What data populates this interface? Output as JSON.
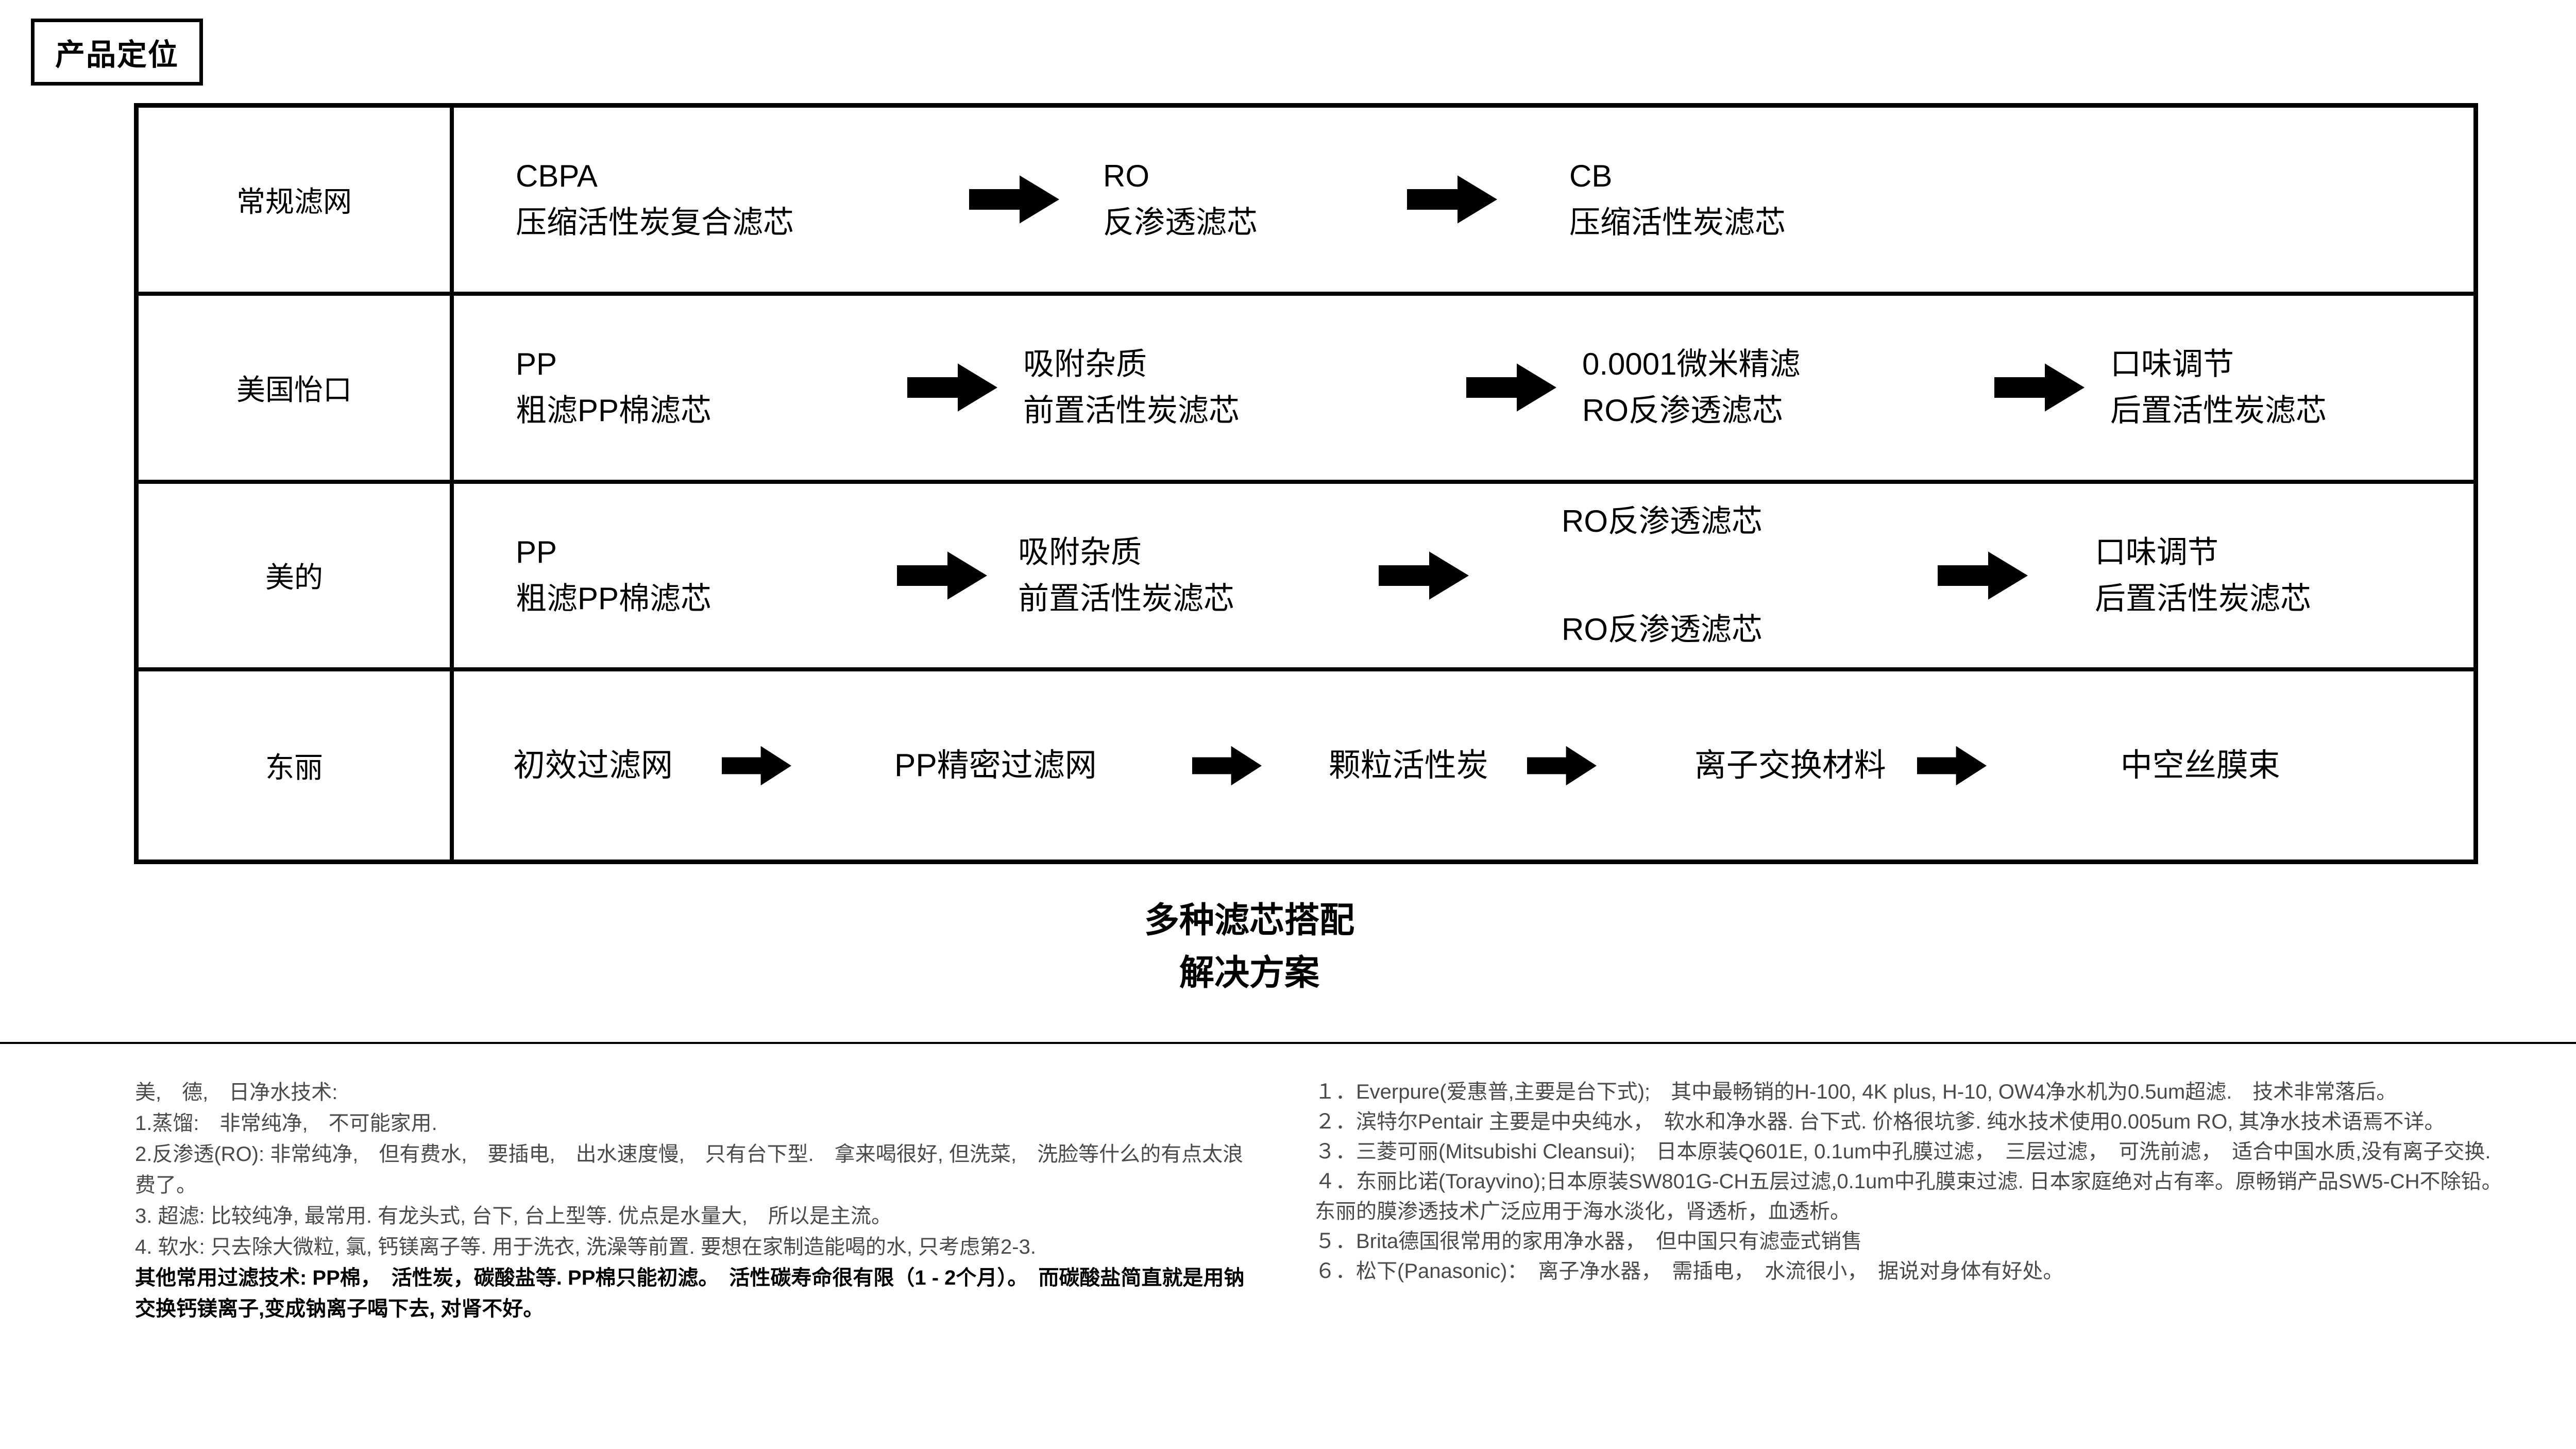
{
  "colors": {
    "background": "#ffffff",
    "border": "#000000",
    "text_primary": "#000000",
    "text_secondary": "#4a4a4a"
  },
  "icons": {
    "flow_arrow": "arrow-right-icon"
  },
  "header": {
    "title": "产品定位"
  },
  "table": {
    "rows": [
      {
        "brand": "常规滤网",
        "stages": [
          {
            "line1": "CBPA",
            "line2": "压缩活性炭复合滤芯"
          },
          {
            "line1": "RO",
            "line2": "反渗透滤芯"
          },
          {
            "line1": "CB",
            "line2": "压缩活性炭滤芯"
          }
        ]
      },
      {
        "brand": "美国怡口",
        "stages": [
          {
            "line1": "PP",
            "line2": "粗滤PP棉滤芯"
          },
          {
            "line1": "吸附杂质",
            "line2": "前置活性炭滤芯"
          },
          {
            "line1": "0.0001微米精滤",
            "line2": "RO反渗透滤芯"
          },
          {
            "line1": "口味调节",
            "line2": "后置活性炭滤芯"
          }
        ]
      },
      {
        "brand": "美的",
        "stages": [
          {
            "line1": "PP",
            "line2": "粗滤PP棉滤芯"
          },
          {
            "line1": "吸附杂质",
            "line2": "前置活性炭滤芯"
          },
          {
            "line1": "RO反渗透滤芯",
            "line2": "RO反渗透滤芯"
          },
          {
            "line1": "口味调节",
            "line2": "后置活性炭滤芯"
          }
        ]
      },
      {
        "brand": "东丽",
        "stages": [
          {
            "line1": "初效过滤网"
          },
          {
            "line1": "PP精密过滤网"
          },
          {
            "line1": "颗粒活性炭"
          },
          {
            "line1": "离子交换材料"
          },
          {
            "line1": "中空丝膜束"
          }
        ]
      }
    ]
  },
  "caption": {
    "line1": "多种滤芯搭配",
    "line2": "解决方案"
  },
  "notes_left": {
    "paragraphs": [
      "美,　德,　日净水技术:",
      "1.蒸馏:　非常纯净,　不可能家用.",
      "2.反渗透(RO): 非常纯净,　但有费水,　要插电,　出水速度慢,　只有台下型.　拿来喝很好, 但洗菜,　洗脸等什么的有点太浪费了。",
      "3. 超滤: 比较纯净, 最常用. 有龙头式, 台下, 台上型等. 优点是水量大,　所以是主流。",
      "4. 软水: 只去除大微粒, 氯, 钙镁离子等. 用于洗衣, 洗澡等前置. 要想在家制造能喝的水, 只考虑第2-3.",
      "其他常用过滤技术: PP棉，　活性炭，碳酸盐等. PP棉只能初滤。　活性碳寿命很有限（1 - 2个月）。　而碳酸盐简直就是用钠交换钙镁离子,变成钠离子喝下去, 对肾不好。"
    ]
  },
  "notes_right": {
    "items": [
      "１．Everpure(爱惠普,主要是台下式);　其中最畅销的H-100, 4K plus, H-10, OW4净水机为0.5um超滤.　技术非常落后。",
      "２．滨特尔Pentair 主要是中央纯水，　软水和净水器. 台下式. 价格很坑爹. 纯水技术使用0.005um RO, 其净水技术语焉不详。",
      "３．三菱可丽(Mitsubishi Cleansui);　日本原装Q601E, 0.1um中孔膜过滤，　三层过滤，　可洗前滤，　适合中国水质,没有离子交换.",
      "４．东丽比诺(Torayvino);日本原装SW801G-CH五层过滤,0.1um中孔膜束过滤. 日本家庭绝对占有率。原畅销产品SW5-CH不除铅。　东丽的膜渗透技术广泛应用于海水淡化，肾透析，血透析。",
      "５．Brita德国很常用的家用净水器，　但中国只有滤壶式销售",
      "６．松下(Panasonic)：　离子净水器，　需插电，　水流很小，　据说对身体有好处。"
    ]
  }
}
